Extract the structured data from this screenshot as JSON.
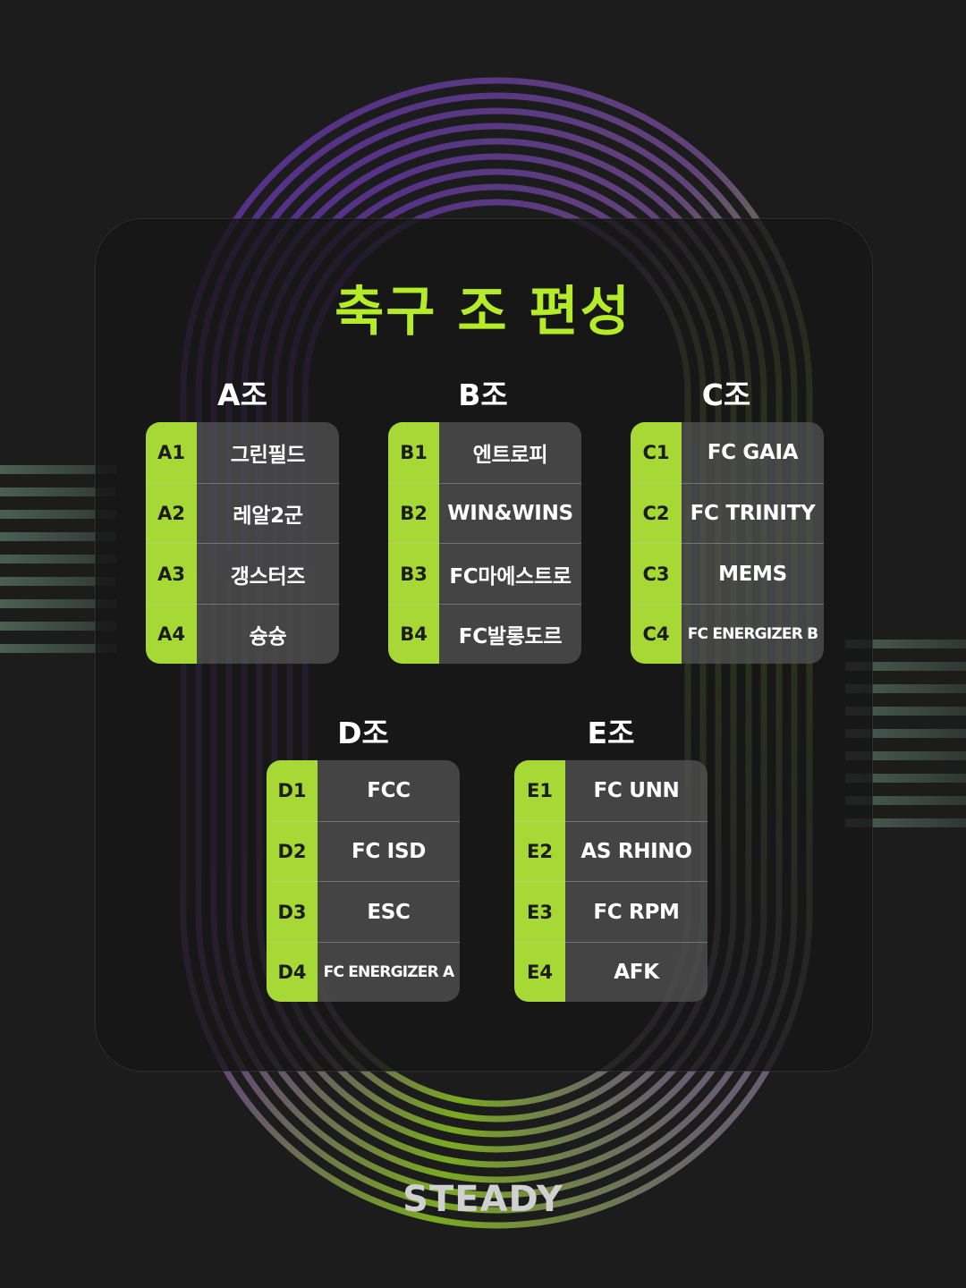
{
  "title": "축구 조 편성",
  "colors": {
    "accent": "#b4ec2a",
    "seed_bg": "#a6d836",
    "background": "#1b1c1b",
    "track_purple": "#5a2fa0",
    "track_green": "#8cc322"
  },
  "groups": [
    {
      "name": "A조",
      "teams": [
        {
          "seed": "A1",
          "team": "그린필드"
        },
        {
          "seed": "A2",
          "team": "레알2군"
        },
        {
          "seed": "A3",
          "team": "갱스터즈"
        },
        {
          "seed": "A4",
          "team": "슝슝"
        }
      ]
    },
    {
      "name": "B조",
      "teams": [
        {
          "seed": "B1",
          "team": "엔트로피"
        },
        {
          "seed": "B2",
          "team": "WIN&WINS"
        },
        {
          "seed": "B3",
          "team": "FC마에스트로"
        },
        {
          "seed": "B4",
          "team": "FC발롱도르"
        }
      ]
    },
    {
      "name": "C조",
      "teams": [
        {
          "seed": "C1",
          "team": "FC GAIA"
        },
        {
          "seed": "C2",
          "team": "FC TRINITY"
        },
        {
          "seed": "C3",
          "team": "MEMS"
        },
        {
          "seed": "C4",
          "team": "FC ENERGIZER B"
        }
      ]
    },
    {
      "name": "D조",
      "teams": [
        {
          "seed": "D1",
          "team": "FCC"
        },
        {
          "seed": "D2",
          "team": "FC ISD"
        },
        {
          "seed": "D3",
          "team": "ESC"
        },
        {
          "seed": "D4",
          "team": "FC ENERGIZER A"
        }
      ]
    },
    {
      "name": "E조",
      "teams": [
        {
          "seed": "E1",
          "team": "FC UNN"
        },
        {
          "seed": "E2",
          "team": "AS RHINO"
        },
        {
          "seed": "E3",
          "team": "FC RPM"
        },
        {
          "seed": "E4",
          "team": "AFK"
        }
      ]
    }
  ],
  "logo": {
    "text": "STEADY"
  }
}
